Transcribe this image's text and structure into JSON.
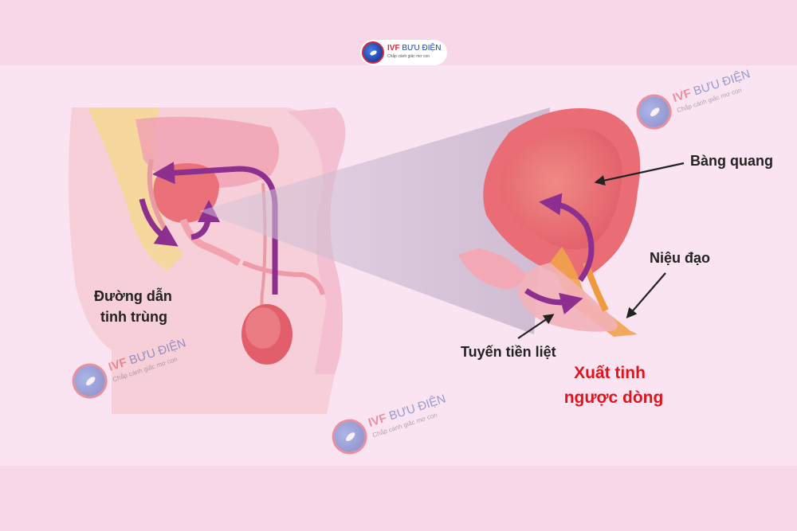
{
  "brand": {
    "name_part1": "IVF",
    "name_part2": "BƯU ĐIỆN",
    "slogan": "Chắp cánh giấc mơ con"
  },
  "labels": {
    "seminal_duct_line1": "Đường dẫn",
    "seminal_duct_line2": "tinh trùng",
    "bladder": "Bàng quang",
    "urethra": "Niệu đạo",
    "prostate": "Tuyến tiền liệt",
    "title_line1": "Xuất tinh",
    "title_line2": "ngược dòng"
  },
  "colors": {
    "arrow": "#8c2f8f",
    "title": "#e0141c",
    "organ": "#e8606d"
  }
}
